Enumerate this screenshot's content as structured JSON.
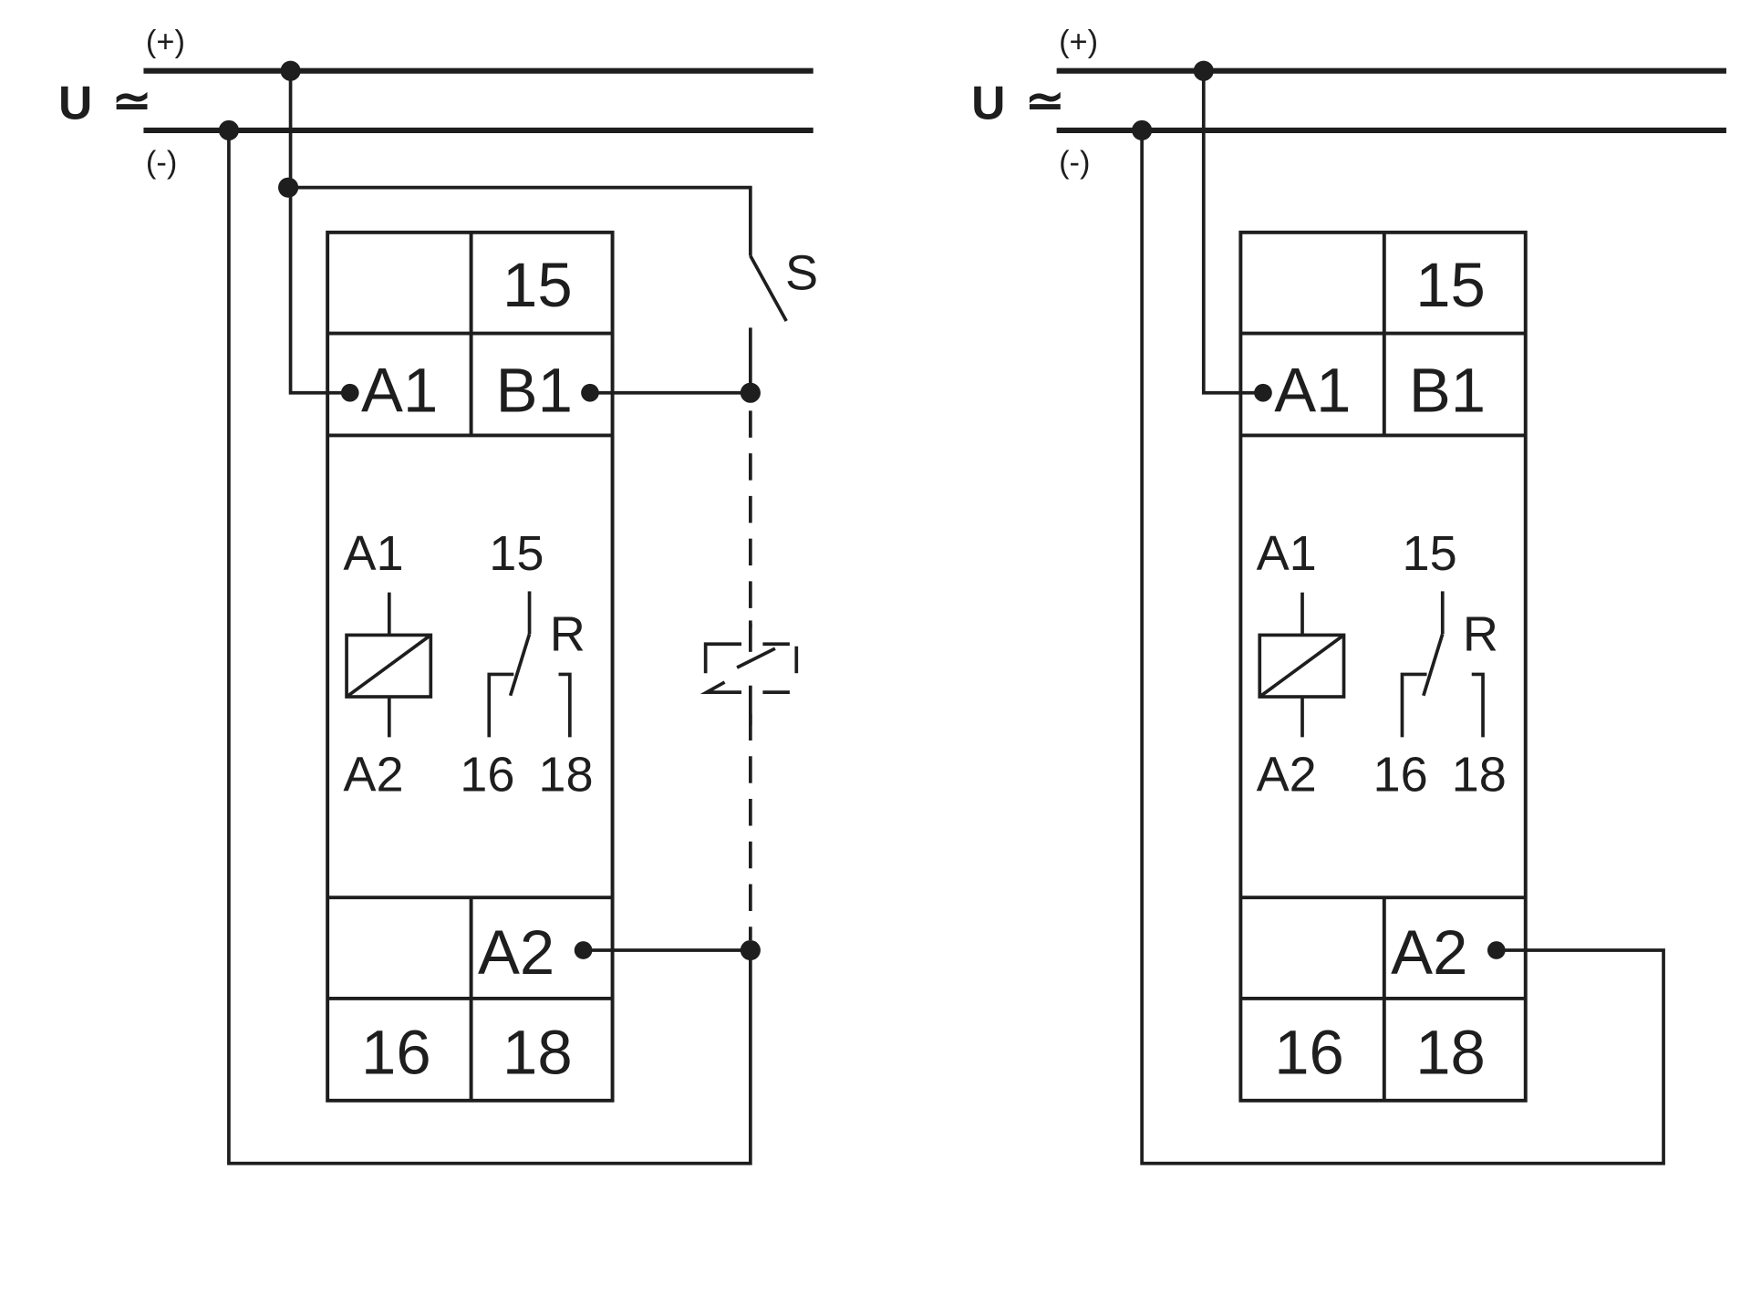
{
  "diagrams": [
    {
      "id": "left",
      "supply": {
        "symbol": "U",
        "ac_dc": "≃",
        "plus": "(+)",
        "minus": "(-)"
      },
      "terminals": {
        "t15": "15",
        "a1": "A1",
        "b1": "B1",
        "a2": "A2",
        "t16": "16",
        "t18": "18"
      },
      "schematic": {
        "a1": "A1",
        "a2": "A2",
        "t15": "15",
        "t16": "16",
        "t18": "18",
        "relay": "R"
      },
      "switch_label": "S"
    },
    {
      "id": "right",
      "supply": {
        "symbol": "U",
        "ac_dc": "≃",
        "plus": "(+)",
        "minus": "(-)"
      },
      "terminals": {
        "t15": "15",
        "a1": "A1",
        "b1": "B1",
        "a2": "A2",
        "t16": "16",
        "t18": "18"
      },
      "schematic": {
        "a1": "A1",
        "a2": "A2",
        "t15": "15",
        "t16": "16",
        "t18": "18",
        "relay": "R"
      }
    }
  ],
  "colors": {
    "line": "#1e1e1e",
    "background": "#ffffff"
  }
}
